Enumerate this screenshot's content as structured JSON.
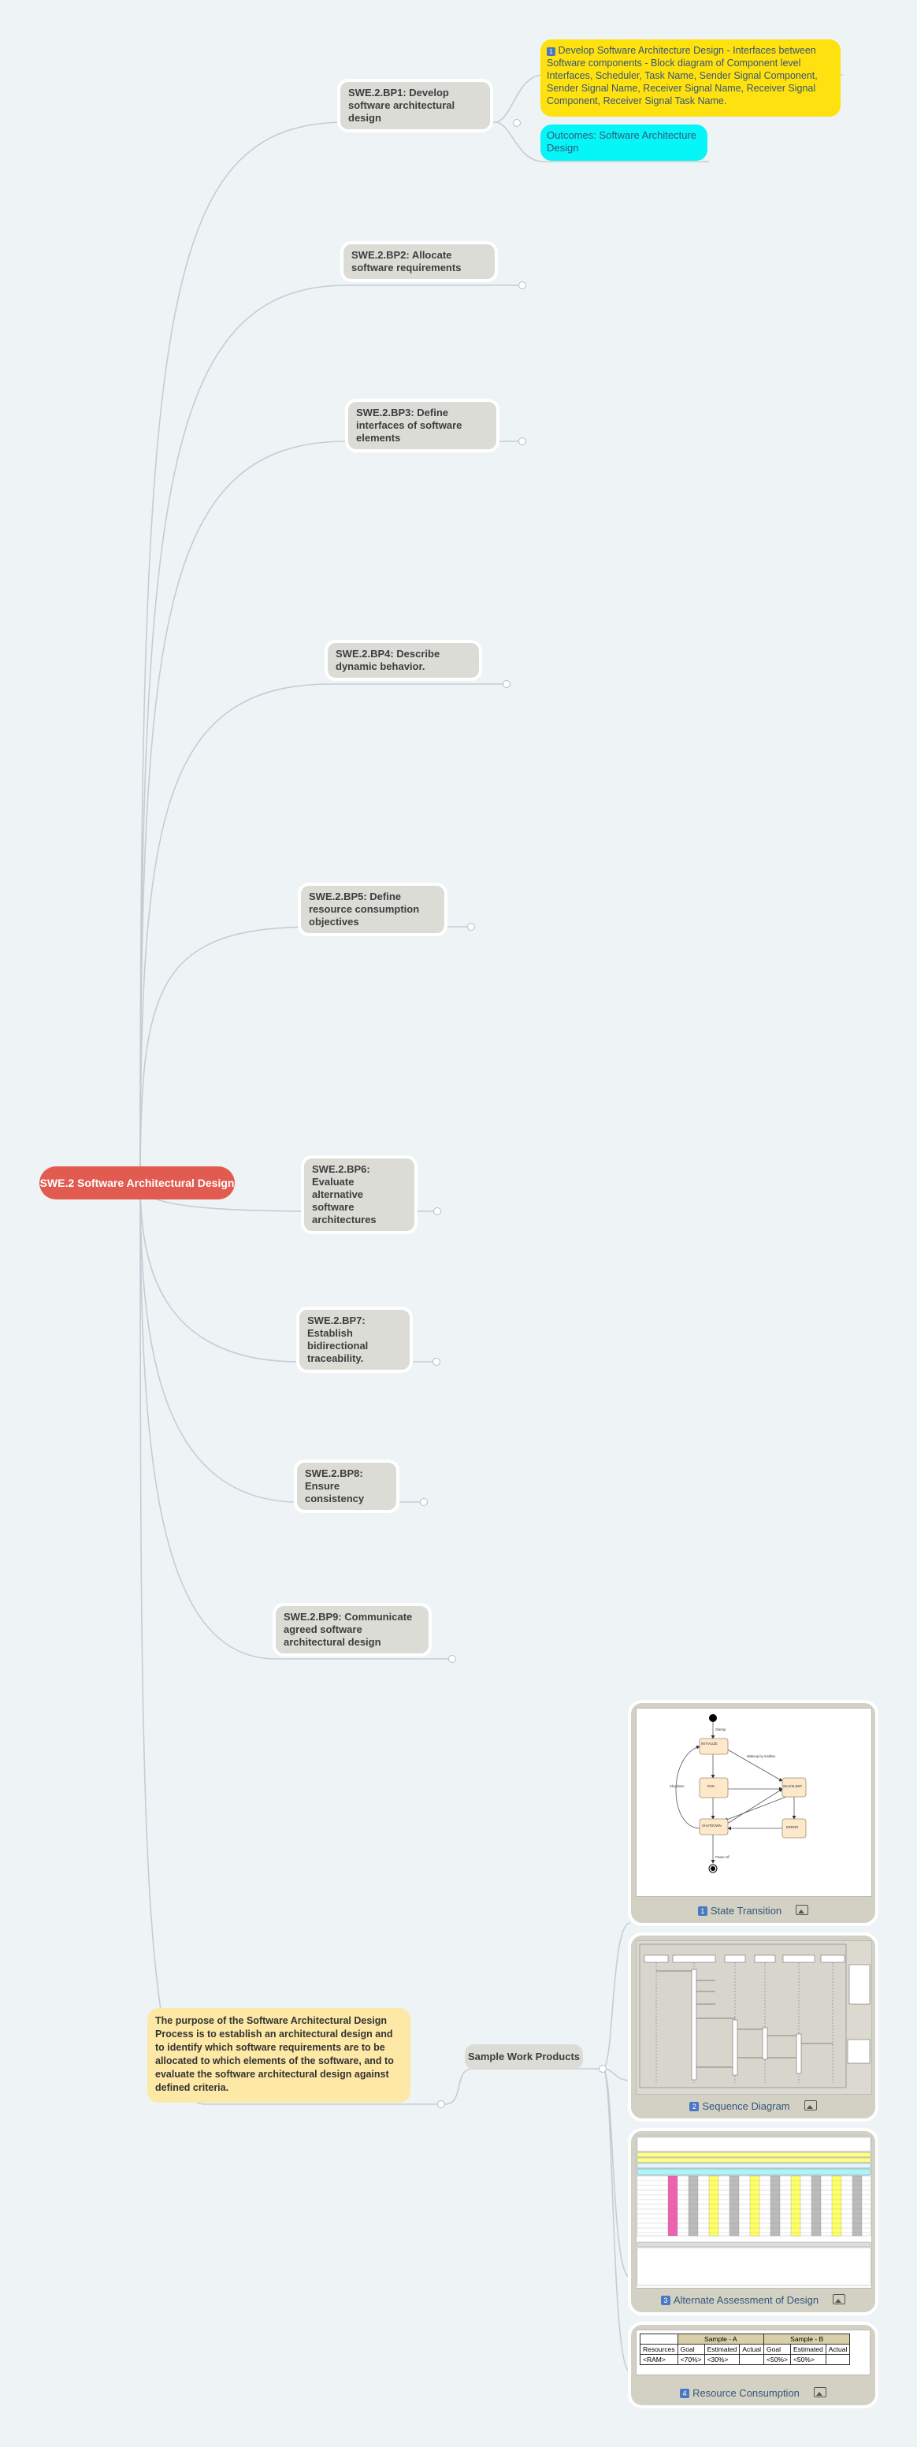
{
  "root": {
    "label": "SWE.2 Software Architectural Design"
  },
  "practices": [
    {
      "id": "bp1",
      "label": "SWE.2.BP1: Develop software architectural design"
    },
    {
      "id": "bp2",
      "label": "SWE.2.BP2: Allocate software requirements"
    },
    {
      "id": "bp3",
      "label": "SWE.2.BP3: Define interfaces of software elements"
    },
    {
      "id": "bp4",
      "label": "SWE.2.BP4: Describe dynamic behavior."
    },
    {
      "id": "bp5",
      "label": "SWE.2.BP5: Define resource consumption objectives"
    },
    {
      "id": "bp6",
      "label": "SWE.2.BP6: Evaluate alternative software architectures"
    },
    {
      "id": "bp7",
      "label": "SWE.2.BP7: Establish bidirectional traceability."
    },
    {
      "id": "bp8",
      "label": "SWE.2.BP8: Ensure consistency"
    },
    {
      "id": "bp9",
      "label": "SWE.2.BP9: Communicate agreed software architectural design"
    }
  ],
  "bp1_notes": {
    "detail": "Develop Software Architecture Design - Interfaces between Software components - Block diagram of Component level Interfaces, Scheduler, Task Name, Sender Signal Component, Sender Signal Name, Receiver Signal Name, Receiver Signal Component, Receiver Signal Task Name.",
    "detail_number": "1",
    "outcomes": "Outcomes: Software Architecture Design"
  },
  "purpose": "The purpose of the Software Architectural Design Process is to establish an architectural design and to identify which software requirements are to be allocated to which elements of the software, and to evaluate the software architectural design against defined criteria.",
  "sample_work_products": {
    "label": "Sample Work Products",
    "items": [
      {
        "number": "1",
        "caption": "State Transition"
      },
      {
        "number": "2",
        "caption": "Sequence Diagram"
      },
      {
        "number": "3",
        "caption": "Alternate Assessment of Design"
      },
      {
        "number": "4",
        "caption": "Resource Consumption"
      }
    ]
  },
  "resource_table": {
    "groups": [
      "Sample - A",
      "Sample - B"
    ],
    "headers": [
      "Resources",
      "Goal",
      "Estimated",
      "Actual",
      "Goal",
      "Estimated",
      "Actual"
    ],
    "row": [
      "<RAM>",
      "<70%>",
      "<30%>",
      "",
      "<50%>",
      "<50%>",
      ""
    ]
  },
  "state_diagram": {
    "states": [
      "INITIALIZE",
      "RUN",
      "SHUTDOWN",
      "IDLE/SLEEP",
      "ERROR"
    ],
    "notes": [
      "Startup",
      "Wakeup by mailbox",
      "Shutdown",
      "Power off"
    ]
  },
  "colors": {
    "root": "#e25b50",
    "practice": "#dcdcd6",
    "detail": "#ffe10f",
    "outcome": "#06f6f7",
    "purpose": "#fde9a5",
    "card": "#d3d1c4",
    "link": "#c5cdd3"
  }
}
